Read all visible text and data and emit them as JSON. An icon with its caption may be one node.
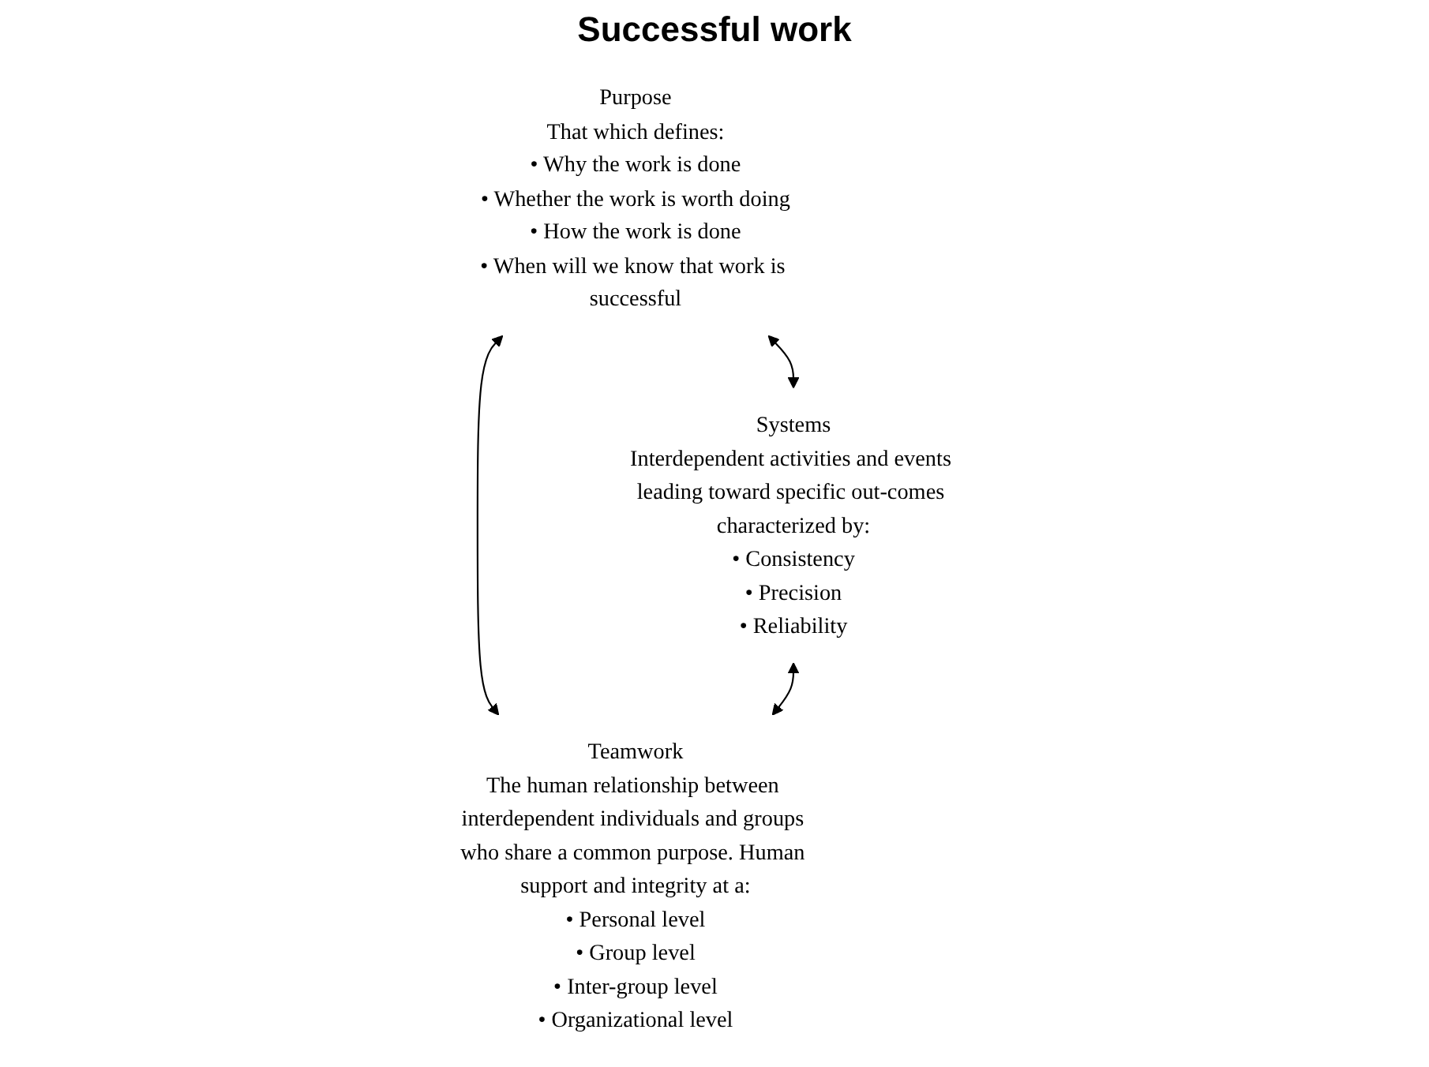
{
  "diagram": {
    "nodes": [
      {
        "text": [
          "Purpose",
          "That which defines:",
          "• Why the work is done",
          "• Whether the work is worth doing",
          "• How the work is done",
          "• When will we know that work is successful"
        ]
      },
      {
        "text": [
          "Systems",
          "Interdependent activities and events leading toward specific out-comes characterized by:",
          "• Consistency",
          "• Precision",
          "• Reliability"
        ]
      },
      {
        "text": [
          "Teamwork",
          "The human relationship between interdependent individuals and groups who share a common purpose. Human support and integrity at a:",
          "• Personal level",
          "• Group level",
          "• Inter-group level",
          "• Organizational level"
        ]
      }
    ],
    "edges": [
      {
        "from": 0,
        "to": 1,
        "arrow": "both"
      },
      {
        "from": 0,
        "to": 2,
        "arrow": "both"
      },
      {
        "from": 1,
        "to": 2,
        "arrow": "both"
      }
    ],
    "labels": [
      "Successful work"
    ]
  }
}
